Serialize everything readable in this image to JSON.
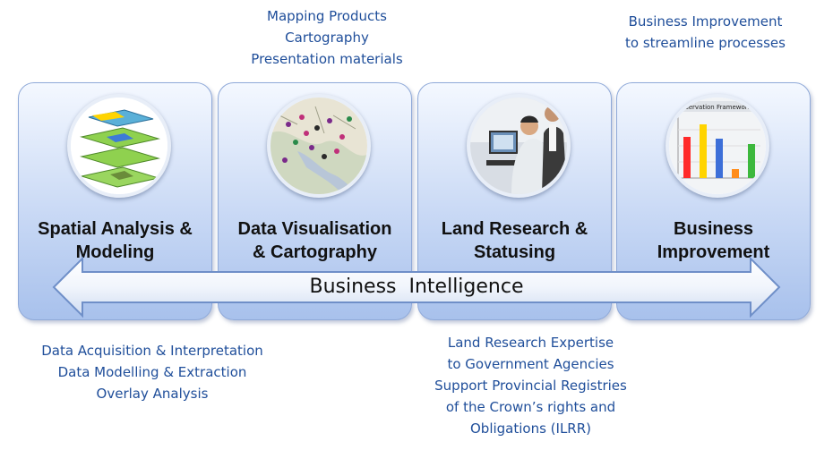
{
  "top_notes": {
    "data_vis": [
      "Mapping Products",
      "Cartography",
      "Presentation materials"
    ],
    "business": [
      "Business Improvement",
      "to streamline processes"
    ]
  },
  "cards": [
    {
      "title_line1": "Spatial Analysis &",
      "title_line2": "Modeling",
      "icon": "layered-map-icon"
    },
    {
      "title_line1": "Data Visualisation",
      "title_line2": "& Cartography",
      "icon": "dot-map-icon"
    },
    {
      "title_line1": "Land Research &",
      "title_line2": "Statusing",
      "icon": "researchers-photo-icon"
    },
    {
      "title_line1": "Business",
      "title_line2": "Improvement",
      "icon": "bar-chart-icon"
    }
  ],
  "arrow_label": "Business  Intelligence",
  "bottom_notes": {
    "spatial": [
      "Data Acquisition & Interpretation",
      "Data Modelling & Extraction",
      "Overlay Analysis"
    ],
    "land": [
      "Land Research Expertise",
      "to Government Agencies",
      "Support Provincial Registries",
      "of the Crown’s rights and",
      "Obligations (ILRR)"
    ]
  },
  "business_chart": {
    "title": "Conservation Framework Up",
    "bar_colors": [
      "#ff2a2a",
      "#ffd400",
      "#3d6fd8",
      "#ff8c1a",
      "#3db83d"
    ]
  }
}
